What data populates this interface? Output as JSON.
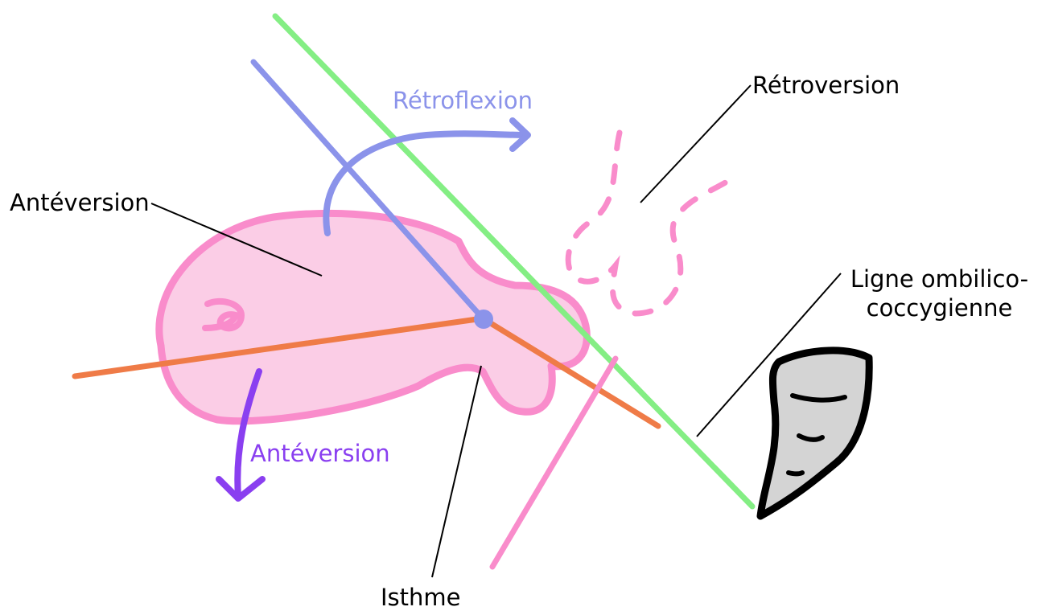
{
  "labels": {
    "anteversion_left": "Antéversion",
    "retroflexion": "Rétroflexion",
    "retroversion": "Rétroversion",
    "ligne_line1": "Ligne ombilico-",
    "ligne_line2": "coccygienne",
    "anteversion_arrow": "Antéversion",
    "isthme": "Isthme"
  },
  "colors": {
    "uterus_fill": "#fbcde6",
    "uterus_stroke": "#f98ccb",
    "retroflexion_axis": "#8b93ea",
    "anteversion_arrow": "#8a3ff0",
    "uterine_axis": "#ef7b47",
    "ombilico_coccygeal_line": "#84ee84",
    "coccyx_fill": "#d4d4d4",
    "leader_lines": "#000000"
  },
  "icons": {
    "coccyx": "coccyx-bone-icon",
    "retroflexion_arrow": "curved-arrow-right-icon",
    "anteversion_arrow": "curved-arrow-down-icon"
  }
}
